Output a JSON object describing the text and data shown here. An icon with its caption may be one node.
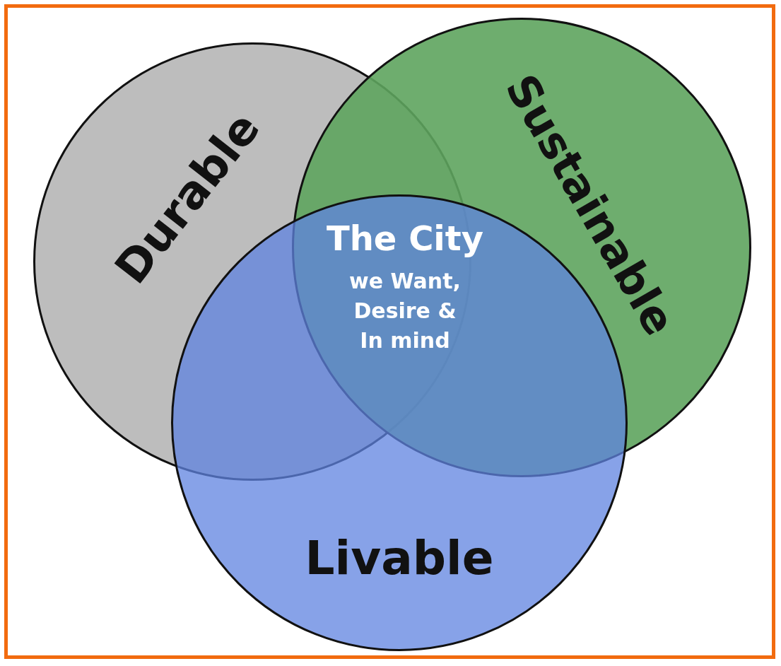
{
  "diagram": {
    "nodes": [
      {
        "text": [
          "Durable"
        ]
      },
      {
        "text": [
          "Sustainable"
        ]
      },
      {
        "text": [
          "Livable"
        ]
      }
    ],
    "labels": [
      "The City",
      "we Want, Desire & In mind"
    ]
  }
}
